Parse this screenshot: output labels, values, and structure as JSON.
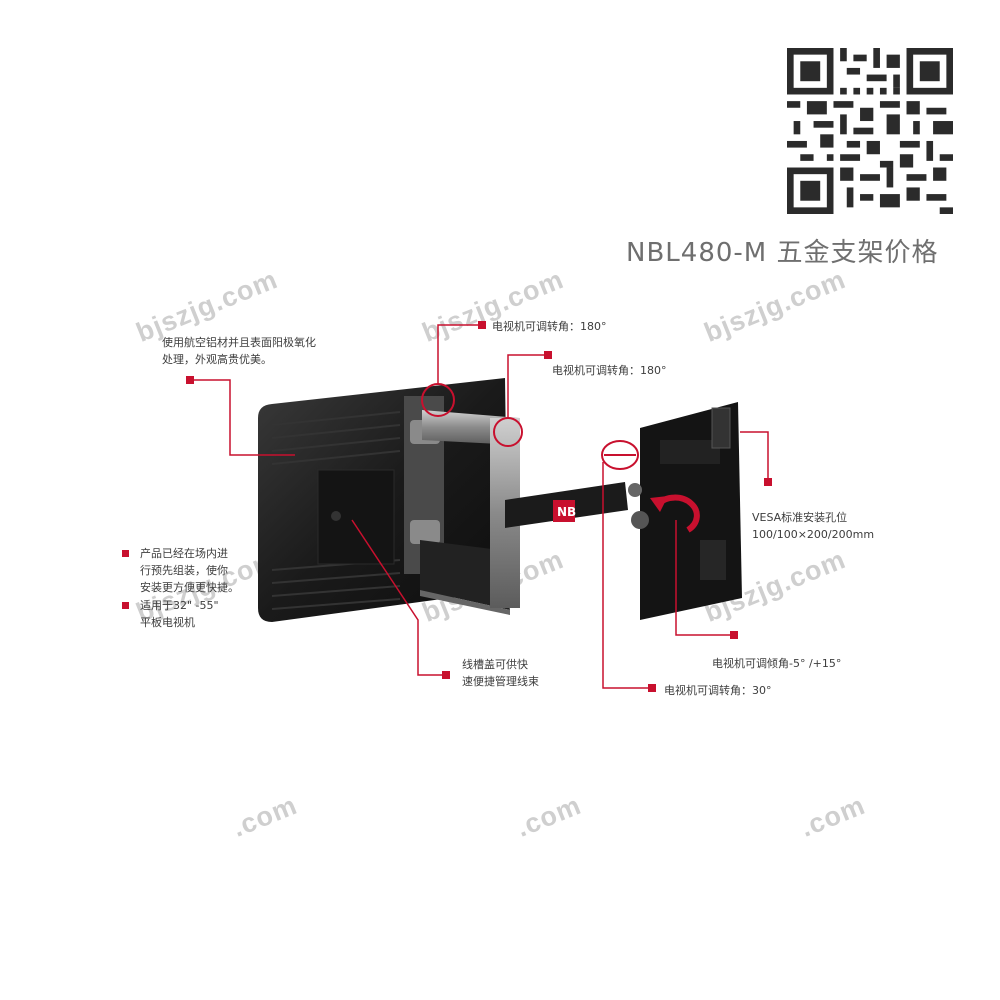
{
  "title": "NBL480-M 五金支架价格",
  "watermark": {
    "domain": "bjszjg.com",
    "fragment": ".com"
  },
  "annotations": {
    "aluminum": [
      "使用航空铝材并且表面阳极氧化",
      "处理，外观高贵优美。"
    ],
    "swivel_top": "电视机可调转角：180°",
    "swivel_mid": "电视机可调转角：180°",
    "preassembled": [
      "产品已经在场内进",
      "行预先组装，使你",
      "安装更方便更快捷。"
    ],
    "fits": [
      "适用于32\" -55\"",
      "平板电视机"
    ],
    "vesa": [
      "VESA标准安装孔位",
      "100/100×200/200mm"
    ],
    "cable": [
      "线槽盖可供快",
      "速便捷管理线束"
    ],
    "tilt": "电视机可调倾角-5° /+15°",
    "swivel_bottom": "电视机可调转角：30°"
  },
  "colors": {
    "accent": "#c8102e",
    "mount_dark": "#1c1c1c",
    "arm_silver": "#a9a9a9"
  }
}
